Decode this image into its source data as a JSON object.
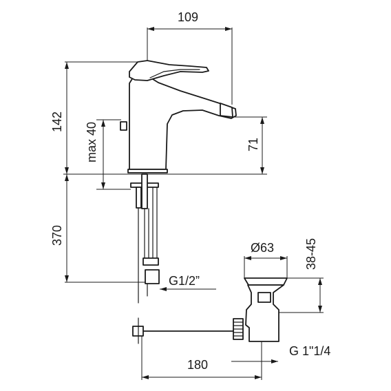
{
  "dimensions": {
    "width_top": "109",
    "height_total": "142",
    "max_opening": "max 40",
    "spout_height": "71",
    "shank_length": "370",
    "thread_inlet": "G1/2”",
    "waste_diameter": "Ø63",
    "waste_adjust": "38-45",
    "rod_length": "180",
    "thread_waste": "G 1\"1/4"
  }
}
